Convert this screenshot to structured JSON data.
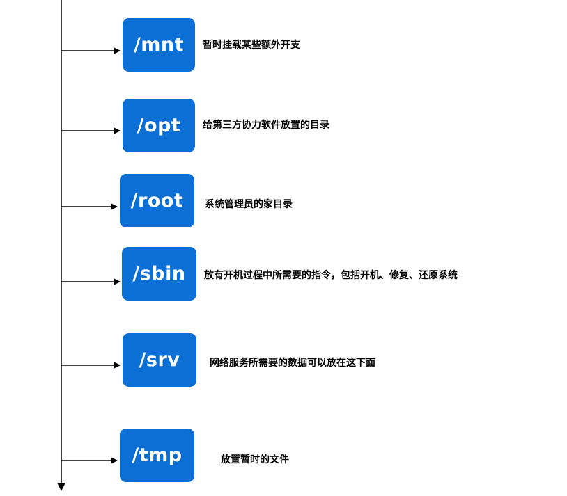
{
  "diagram": {
    "colors": {
      "box_fill": "#0b6fd6",
      "box_text": "#ffffff",
      "line": "#000000",
      "description_text": "#000000"
    },
    "nodes": [
      {
        "label": "/mnt",
        "description": "暂时挂载某些额外开支"
      },
      {
        "label": "/opt",
        "description": "给第三方协力软件放置的目录"
      },
      {
        "label": "/root",
        "description": "系统管理员的家目录"
      },
      {
        "label": "/sbin",
        "description": "放有开机过程中所需要的指令，包括开机、修复、还原系统"
      },
      {
        "label": "/srv",
        "description": "网络服务所需要的数据可以放在这下面"
      },
      {
        "label": "/tmp",
        "description": "放置暂时的文件"
      }
    ]
  }
}
